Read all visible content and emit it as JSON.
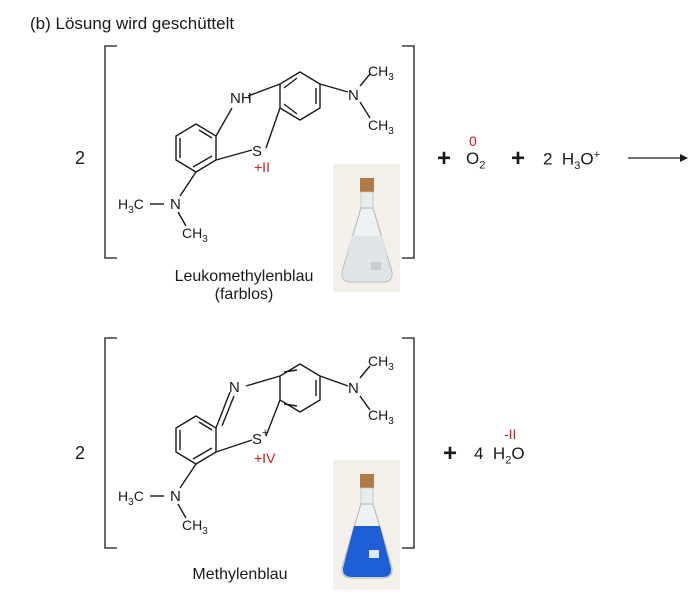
{
  "heading": "(b) Lösung wird geschüttelt",
  "reaction1": {
    "coefficient": "2",
    "plus1": "+",
    "o2_ox": "0",
    "o2": "O",
    "o2_sub": "2",
    "plus2": "+",
    "h3o_coef": "2",
    "h3o": "H",
    "h3o_sub": "3",
    "h3o_o": "O",
    "h3o_sup": "+",
    "leuko_ox": "+II",
    "caption_line1": "Leukomethylenblau",
    "caption_line2": "(farblos)"
  },
  "reaction2": {
    "coefficient": "2",
    "plus1": "+",
    "water_coef": "4",
    "h2o": "H",
    "h2o_sub": "2",
    "h2o_o": "O",
    "h2o_ox": "-II",
    "mb_ox": "+IV",
    "caption": "Methylenblau"
  },
  "atoms": {
    "nh": "NH",
    "n": "N",
    "s": "S",
    "s_plus": "+",
    "ch3_top": "CH",
    "ch3_sub": "3",
    "h3c": "H",
    "h3c_sub": "3",
    "h3c_c": "C"
  },
  "colors": {
    "oxidation_state": "#d11a1a",
    "flask_clear_liquid": "#dfe5e7",
    "flask_blue_liquid": "#1f5fd6"
  }
}
